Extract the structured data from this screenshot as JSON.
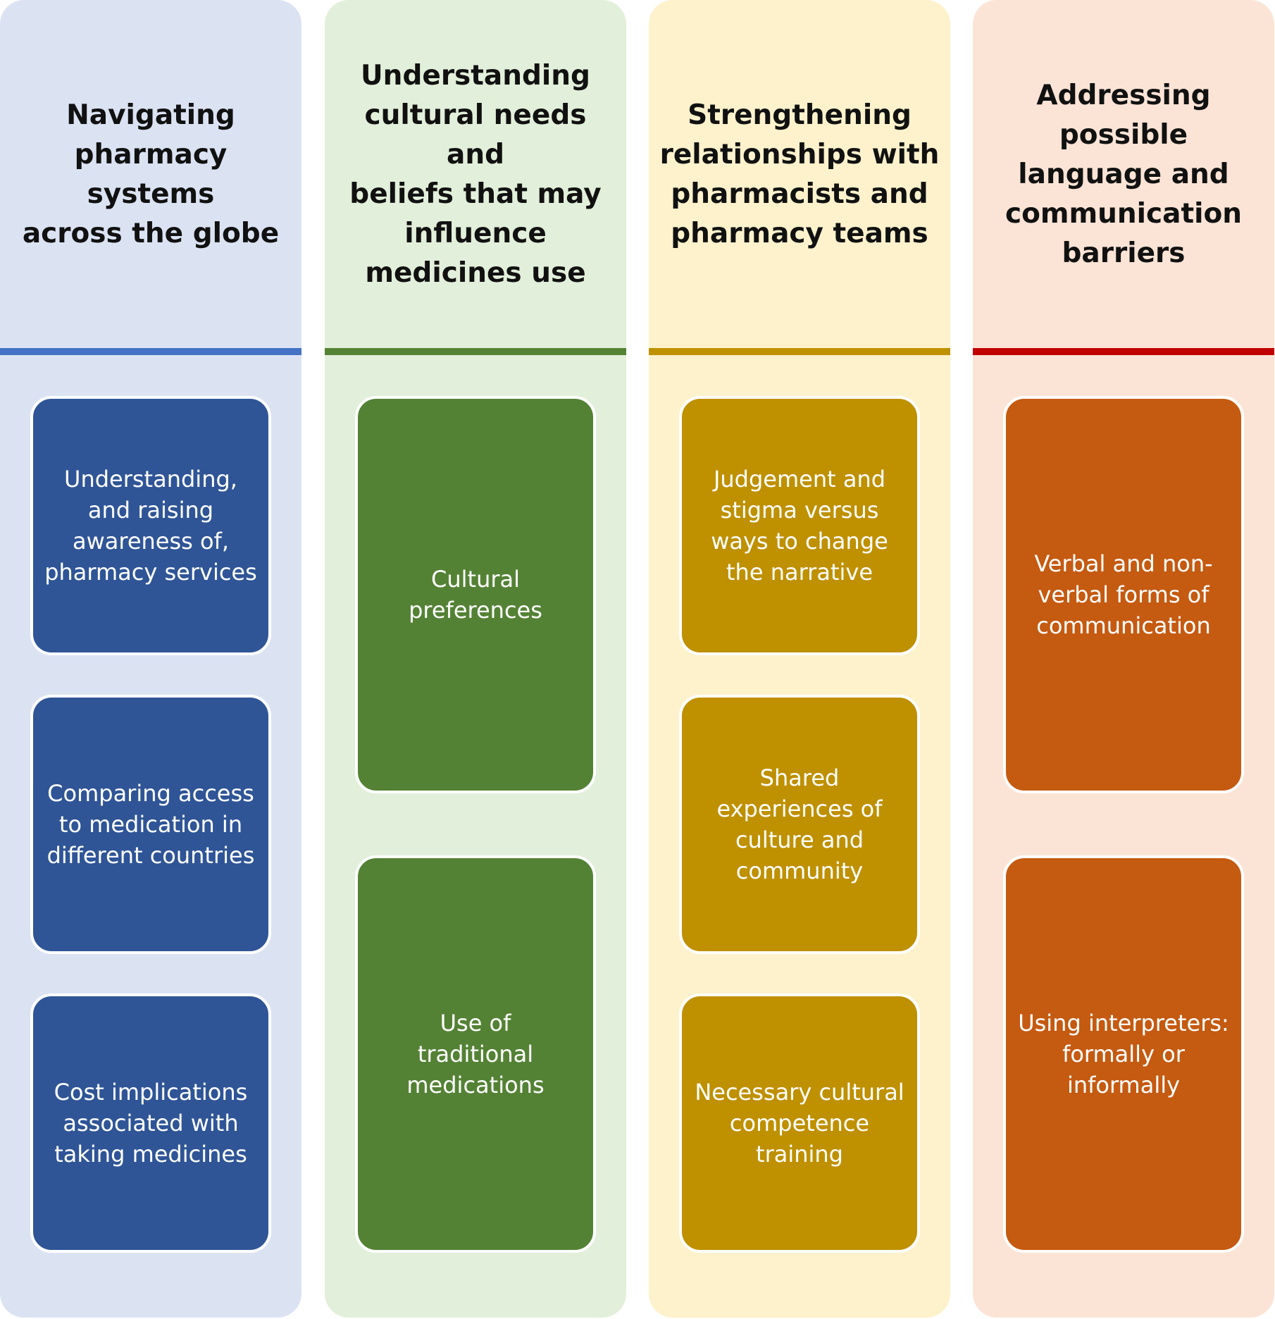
{
  "columns": [
    {
      "title_lines": [
        "Navigating",
        "pharmacy systems",
        "across the globe"
      ],
      "accent": "#4472c4",
      "background": "#dbe3f3",
      "box_color": "#2f5597",
      "boxes": [
        {
          "lines": [
            "Understanding,",
            "and raising",
            "awareness of,",
            "pharmacy services"
          ]
        },
        {
          "lines": [
            "Comparing access",
            "to medication in",
            "different countries"
          ]
        },
        {
          "lines": [
            "Cost implications",
            "associated with",
            "taking medicines"
          ]
        }
      ]
    },
    {
      "title_lines": [
        "Understanding",
        "cultural needs and",
        "beliefs that may",
        "influence",
        "medicines use"
      ],
      "accent": "#548235",
      "background": "#e2efda",
      "box_color": "#548235",
      "boxes": [
        {
          "lines": [
            "Cultural",
            "preferences"
          ]
        },
        {
          "lines": [
            "Use of",
            "traditional",
            "medications"
          ]
        }
      ]
    },
    {
      "title_lines": [
        "Strengthening",
        "relationships with",
        "pharmacists and",
        "pharmacy teams"
      ],
      "accent": "#bf9000",
      "background": "#fef2cc",
      "box_color": "#bf9000",
      "boxes": [
        {
          "lines": [
            "Judgement and",
            "stigma versus",
            "ways to change",
            "the narrative"
          ]
        },
        {
          "lines": [
            "Shared",
            "experiences of",
            "culture and",
            "community"
          ]
        },
        {
          "lines": [
            "Necessary cultural",
            "competence",
            "training"
          ]
        }
      ]
    },
    {
      "title_lines": [
        "Addressing",
        "possible",
        "language and",
        "communication",
        "barriers"
      ],
      "accent": "#c00000",
      "background": "#fbe4d6",
      "box_color": "#c55a11",
      "boxes": [
        {
          "lines": [
            "Verbal and non-",
            "verbal forms of",
            "communication"
          ]
        },
        {
          "lines": [
            "Using interpreters:",
            "formally or",
            "informally"
          ]
        }
      ]
    }
  ]
}
